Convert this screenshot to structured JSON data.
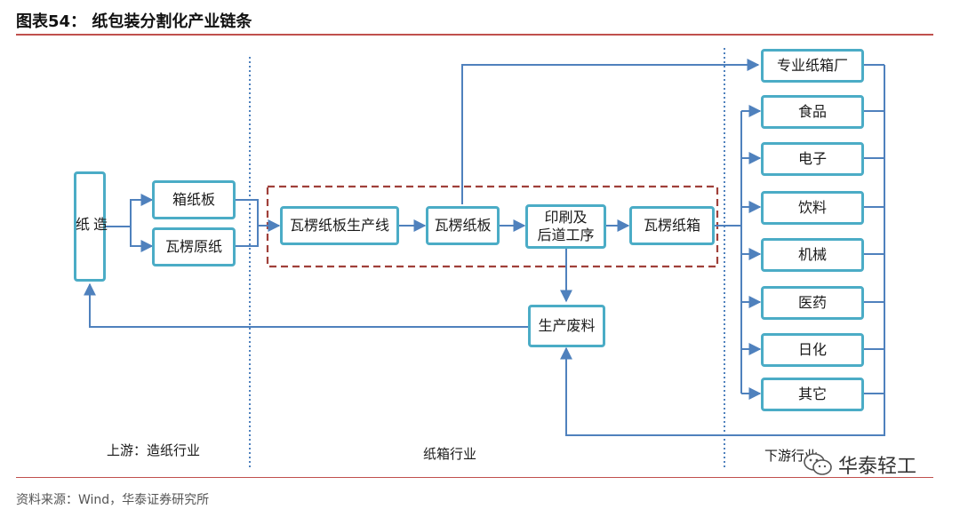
{
  "title": "图表54：  纸包装分割化产业链条",
  "nodes": {
    "papermaking": "造\n纸",
    "boxboard": "箱纸板",
    "corrugating_paper": "瓦楞原纸",
    "corrugated_line": "瓦楞纸板生产线",
    "corrugated_board": "瓦楞纸板",
    "printing": "印刷及\n后道工序",
    "corrugated_box": "瓦楞纸箱",
    "waste": "生产废料",
    "box_factory": "专业纸箱厂",
    "food": "食品",
    "electronics": "电子",
    "beverage": "饮料",
    "machinery": "机械",
    "medicine": "医药",
    "daily_chemical": "日化",
    "others": "其它"
  },
  "sections": {
    "upstream": "上游：造纸行业",
    "midstream": "纸箱行业",
    "downstream": "下游行业"
  },
  "source": "资料来源：Wind，华泰证券研究所",
  "watermark": "华泰轻工",
  "colors": {
    "box_border": "#4bacc6",
    "arrow": "#4f81bd",
    "dashed_frame": "#a0403a",
    "divider": "#4f81bd",
    "rule": "#c0504d"
  }
}
